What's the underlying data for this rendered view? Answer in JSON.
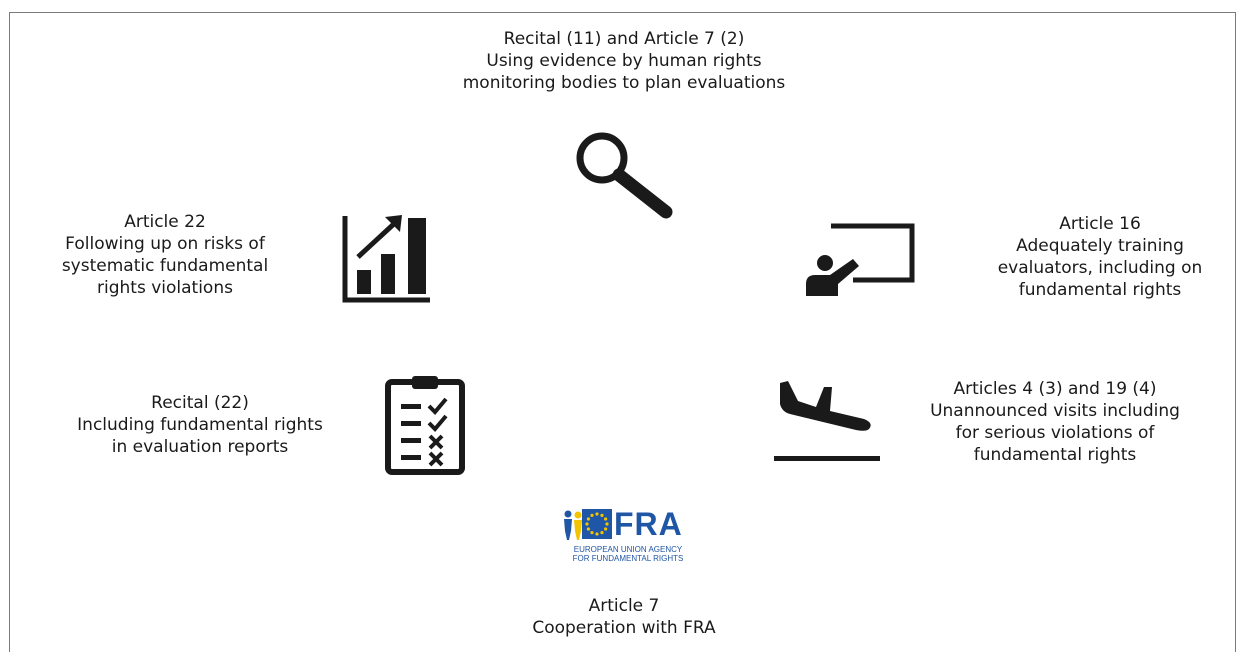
{
  "top": {
    "line1": "Recital (11) and Article 7 (2)",
    "line2": "Using evidence by human rights",
    "line3": "monitoring bodies to plan evaluations",
    "icon": "magnifying-glass-icon"
  },
  "upper_left": {
    "line1": "Article 22",
    "line2": "Following up on risks of",
    "line3": "systematic fundamental",
    "line4": "rights violations",
    "icon": "bar-chart-icon"
  },
  "upper_right": {
    "line1": "Article 16",
    "line2": "Adequately training",
    "line3": "evaluators, including on",
    "line4": "fundamental rights",
    "icon": "presentation-board-icon"
  },
  "lower_left": {
    "line1": "Recital (22)",
    "line2": "Including fundamental rights",
    "line3": "in evaluation reports",
    "icon": "clipboard-checklist-icon"
  },
  "lower_right": {
    "line1": "Articles 4 (3) and 19 (4)",
    "line2": "Unannounced visits including",
    "line3": "for serious violations of",
    "line4": "fundamental rights",
    "icon": "plane-landing-icon"
  },
  "bottom": {
    "logo_text": "FRA",
    "logo_sub1": "EUROPEAN UNION AGENCY",
    "logo_sub2": "FOR FUNDAMENTAL RIGHTS",
    "line1": "Article 7",
    "line2": "Cooperation with FRA"
  },
  "colors": {
    "icon": "#1a1a1a",
    "logo_blue": "#1f56a5",
    "logo_yellow": "#f2c500",
    "border": "#7a7a7a"
  }
}
